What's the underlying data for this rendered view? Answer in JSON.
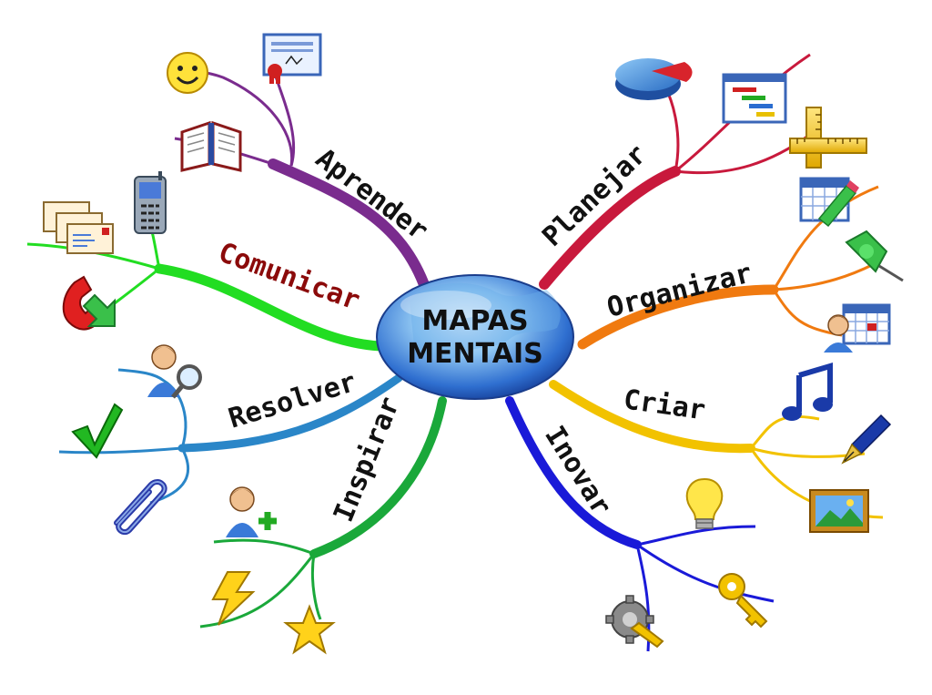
{
  "center": {
    "line1": "MAPAS",
    "line2": "MENTAIS"
  },
  "branches": [
    {
      "id": "aprender",
      "label": "Aprender",
      "color": "#7a2c8e",
      "label_color": "#111111"
    },
    {
      "id": "planejar",
      "label": "Planejar",
      "color": "#c8193c",
      "label_color": "#111111"
    },
    {
      "id": "organizar",
      "label": "Organizar",
      "color": "#f07a10",
      "label_color": "#111111"
    },
    {
      "id": "criar",
      "label": "Criar",
      "color": "#f2c200",
      "label_color": "#111111"
    },
    {
      "id": "inovar",
      "label": "Inovar",
      "color": "#1a1ad8",
      "label_color": "#111111"
    },
    {
      "id": "inspirar",
      "label": "Inspirar",
      "color": "#1aa83a",
      "label_color": "#111111"
    },
    {
      "id": "resolver",
      "label": "Resolver",
      "color": "#2a86c8",
      "label_color": "#111111"
    },
    {
      "id": "comunicar",
      "label": "Comunicar",
      "color": "#22dd22",
      "label_color": "#8b0a0a"
    }
  ],
  "icons": {
    "aprender": [
      "smiley-icon",
      "certificate-icon",
      "open-book-icon"
    ],
    "planejar": [
      "pie-chart-icon",
      "gantt-chart-icon",
      "ruler-icon"
    ],
    "organizar": [
      "calendar-pencil-icon",
      "push-pin-icon",
      "user-calendar-icon"
    ],
    "criar": [
      "music-note-icon",
      "fountain-pen-icon",
      "picture-icon"
    ],
    "inovar": [
      "light-bulb-icon",
      "key-icon",
      "gear-wrench-icon"
    ],
    "inspirar": [
      "add-user-icon",
      "lightning-icon",
      "star-icon"
    ],
    "resolver": [
      "user-search-icon",
      "check-mark-icon",
      "paper-clip-icon"
    ],
    "comunicar": [
      "mobile-phone-icon",
      "envelopes-icon",
      "telephone-icon"
    ]
  }
}
